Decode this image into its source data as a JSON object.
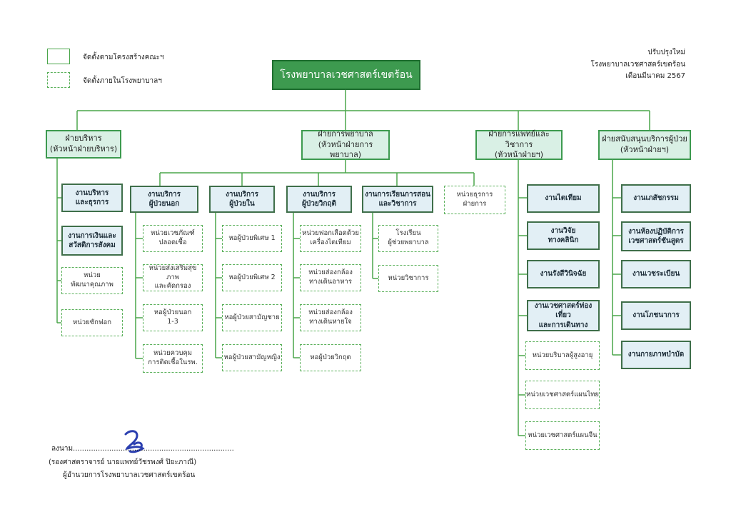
{
  "legend": {
    "solid_label": "จัดตั้งตามโครงสร้างคณะฯ",
    "dashed_label": "จัดตั้งภายในโรงพยาบาลฯ"
  },
  "note": {
    "line1": "ปรับปรุงใหม่",
    "line2": "โรงพยาบาลเวชศาสตร์เขตร้อน",
    "line3": "เดือนมีนาคม 2567"
  },
  "root": "โรงพยาบาลเวชศาสตร์เขตร้อน",
  "divisions": {
    "admin": "ฝ่ายบริหาร\n(หัวหน้าฝ่ายบริหาร)",
    "nursing": "ฝ่ายการพยาบาล\n(หัวหน้าฝ่ายการพยาบาล)",
    "medical": "ฝ่ายการแพทย์และวิชาการ\n(หัวหน้าฝ่ายฯ)",
    "support": "ฝ่ายสนับสนุนบริการผู้ป่วย\n(หัวหน้าฝ่ายฯ)"
  },
  "admin_units": {
    "general": "งานบริหาร\nและธุรการ",
    "finance": "งานการเงินและ\nสวัสดิการสังคม",
    "quality": "หน่วย\nพัฒนาคุณภาพ",
    "laundry": "หน่วยซักฟอก"
  },
  "nursing_units": {
    "opd": "งานบริการ\nผู้ป่วยนอก",
    "ipd": "งานบริการ\nผู้ป่วยใน",
    "critical": "งานบริการ\nผู้ป่วยวิกฤติ",
    "education": "งานการเรียนการสอน\nและวิชาการ",
    "business": "หน่วยธุรการ\nฝ่ายการ"
  },
  "opd_sub": [
    "หน่วยเวชภัณฑ์\nปลอดเชื้อ",
    "หน่วยส่งเสริมสุขภาพ\nและคัดกรอง",
    "หอผู้ป่วยนอก\n1-3",
    "หน่วยควบคุม\nการติดเชื้อในรพ."
  ],
  "ipd_sub": [
    "หอผู้ป่วยพิเศษ 1",
    "หอผู้ป่วยพิเศษ 2",
    "หอผู้ป่วยสามัญชาย",
    "หอผู้ป่วยสามัญหญิง"
  ],
  "critical_sub": [
    "หน่วยฟอกเลือดด้วย\nเครื่องไตเทียม",
    "หน่วยส่องกล้อง\nทางเดินอาหาร",
    "หน่วยส่องกล้อง\nทางเดินหายใจ",
    "หอผู้ป่วยวิกฤต"
  ],
  "education_sub": [
    "โรงเรียน\nผู้ช่วยพยาบาล",
    "หน่วยวิชาการ"
  ],
  "medical_units": [
    "งานไตเทียม",
    "งานวิจัย\nทางคลินิก",
    "งานรังสีวินิจฉัย",
    "งานเวชศาสตร์ท่องเที่ยว\nและการเดินทาง"
  ],
  "medical_sub": [
    "หน่วยบริบาลผู้สูงอายุ",
    "หน่วยเวชศาสตร์แผนไทย",
    "หน่วยเวชศาสตร์แผนจีน"
  ],
  "support_units": [
    "งานเภสัชกรรม",
    "งานห้องปฏิบัติการ\nเวชศาสตร์ชันสูตร",
    "งานเวชระเบียน",
    "งานโภชนาการ",
    "งานกายภาพบำบัด"
  ],
  "signature": {
    "line1": "ลงนาม.......................................................................",
    "line2": "(รองศาสตราจารย์ นายแพทย์วัชรพงศ์ ปิยะภาณี)",
    "line3": "ผู้อำนวยการโรงพยาบาลเวชศาสตร์เขตร้อน"
  }
}
